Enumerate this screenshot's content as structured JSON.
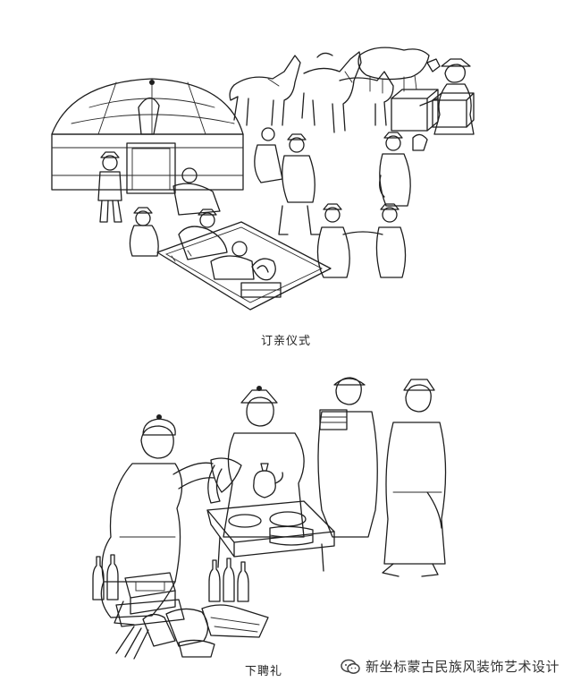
{
  "figures": [
    {
      "caption": "订亲仪式"
    },
    {
      "caption": "下聘礼"
    }
  ],
  "watermark": {
    "icon": "wechat-official-account-icon",
    "text": "新坐标蒙古民族风装饰艺术设计"
  }
}
